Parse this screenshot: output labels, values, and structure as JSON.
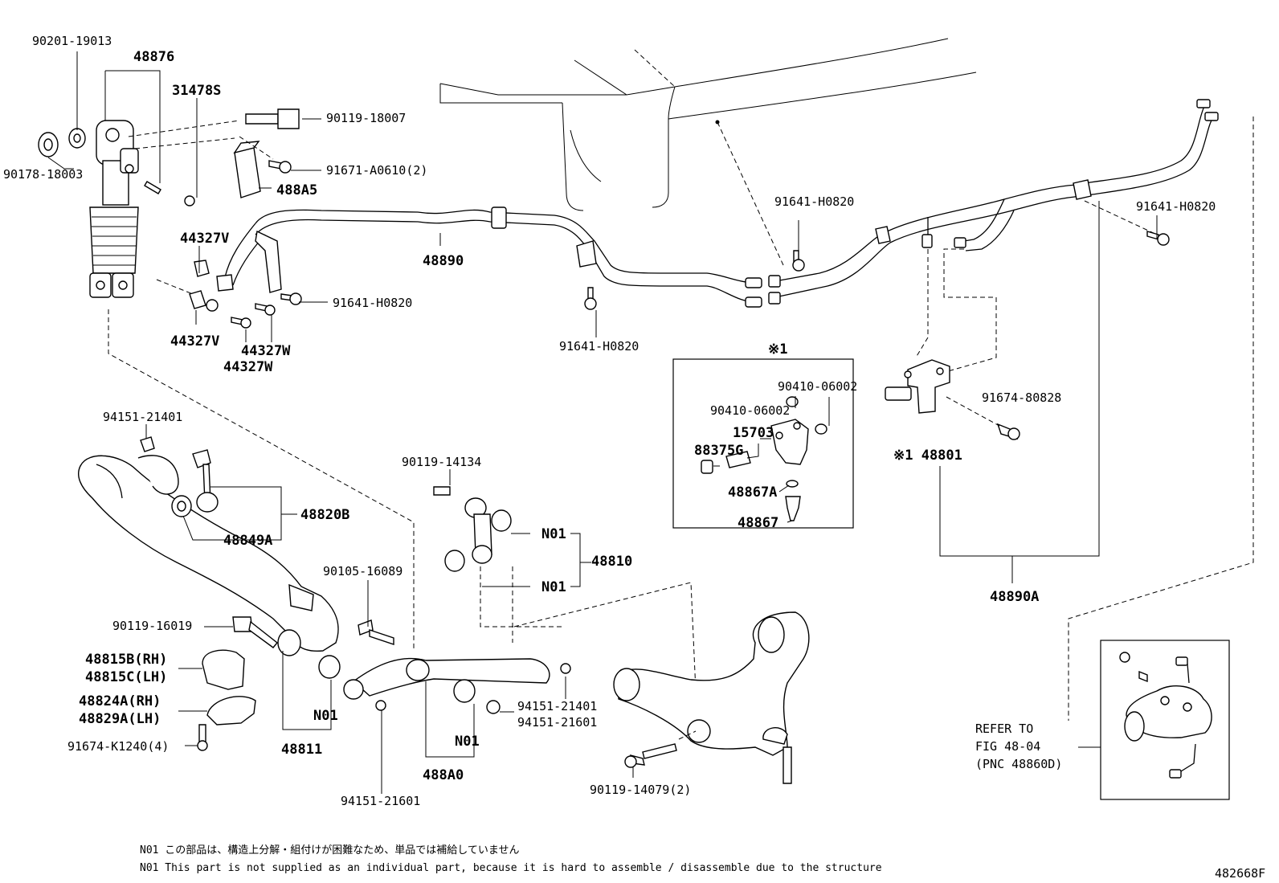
{
  "labels": {
    "p90201_19013": "90201-19013",
    "p48876": "48876",
    "p31478S": "31478S",
    "p90119_18007": "90119-18007",
    "p91671_A0610": "91671-A0610(2)",
    "p488A5": "488A5",
    "p90178_18003": "90178-18003",
    "p44327V_a": "44327V",
    "p44327V_b": "44327V",
    "p44327W_a": "44327W",
    "p44327W_b": "44327W",
    "p91641_H0820_a": "91641-H0820",
    "p48890": "48890",
    "p91641_H0820_b": "91641-H0820",
    "p91641_H0820_c": "91641-H0820",
    "p91641_H0820_d": "91641-H0820",
    "p94151_21401_a": "94151-21401",
    "p48820B": "48820B",
    "p48849A": "48849A",
    "p90119_14134": "90119-14134",
    "pN01_a": "N01",
    "p48810": "48810",
    "pN01_b": "N01",
    "p90105_16089": "90105-16089",
    "p90119_16019": "90119-16019",
    "p48815B": "48815B(RH)",
    "p48815C": "48815C(LH)",
    "p48824A": "48824A(RH)",
    "p48829A": "48829A(LH)",
    "p91674_K1240": "91674-K1240(4)",
    "pN01_c": "N01",
    "p48811": "48811",
    "p94151_21601_a": "94151-21601",
    "pN01_d": "N01",
    "p488A0": "488A0",
    "p94151_21401_b": "94151-21401",
    "p94151_21601_b": "94151-21601",
    "p90119_14079": "90119-14079(2)",
    "pRef1": "※1",
    "p90410_06002_a": "90410-06002",
    "p90410_06002_b": "90410-06002",
    "p15703": "15703",
    "p88375G": "88375G",
    "p48867A": "48867A",
    "p48867": "48867",
    "p91674_80828": "91674-80828",
    "p48801": "※1 48801",
    "p48890A": "48890A",
    "refer1": "REFER TO",
    "refer2": "FIG 48-04",
    "refer3": "(PNC 48860D)"
  },
  "notes": {
    "jp": "N01 この部品は、構造上分解・組付けが困難なため、単品では補給していません",
    "en": "N01 This part is not supplied as an individual part, because it is hard to assemble / disassemble due to the structure"
  },
  "figure_id": "482668F"
}
